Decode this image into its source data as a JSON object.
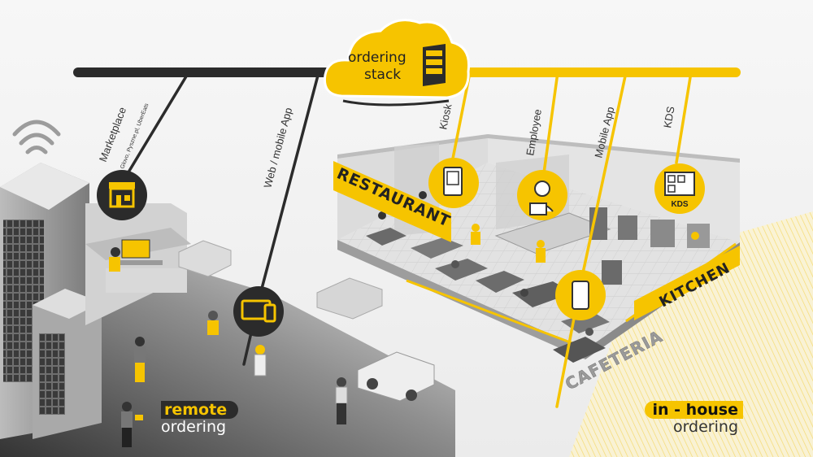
{
  "brand": {
    "line1": "ordering",
    "line2": "stack"
  },
  "channels": {
    "marketplace": "Marketplace",
    "marketplace_sub": "Glovo, Pyszne.pl, UberEats",
    "web_mobile_app": "Web / mobile App",
    "kiosk": "Kiosk",
    "employee": "Employee",
    "mobile_app": "Mobile App",
    "kds": "KDS"
  },
  "kds_icon_label": "KDS",
  "zones": {
    "restaurant": "RESTAURANT",
    "kitchen": "KITCHEN",
    "cafeteria": "CAFETERIA"
  },
  "captions": {
    "remote_hl": "remote",
    "remote_plain": "ordering",
    "inhouse_hl": "in - house",
    "inhouse_plain": "ordering"
  },
  "colors": {
    "accent": "#f6c400",
    "dark": "#2b2b2b"
  }
}
